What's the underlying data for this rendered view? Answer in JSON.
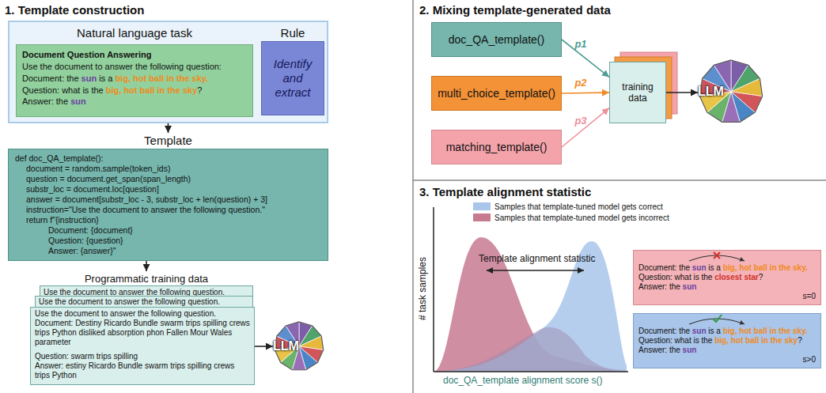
{
  "diagram": {
    "nodes": [
      {
        "text": [
          "Natural language task"
        ]
      },
      {
        "text": [
          "Document Question Answering",
          "Use the document to answer the following question:",
          "Document: the sun is a big, hot ball in the sky.",
          "Question: what is the big, hot ball in the sky?",
          "Answer: the sun"
        ],
        "in": 0
      },
      {
        "text": [
          "Rule",
          "Identify and extract"
        ],
        "in": 0
      },
      {
        "text": [
          "Template",
          "def doc_QA_template():",
          "document = random.sample(token_ids)",
          "question = document.get_span(span_length)",
          "substr_loc = document.loc[question]",
          "answer = document[substr_loc - 3, substr_loc + len(question) + 3]",
          "instruction=\"Use the document to answer the following question.\"",
          "return f\"{instruction}",
          "Document: {document}",
          "Question: {question}",
          "Answer: {answer}\""
        ]
      },
      {
        "text": [
          "Programmatic training data",
          "Use the document to answer the following question."
        ]
      },
      {
        "text": [
          "Use the document to answer the following question."
        ]
      },
      {
        "text": [
          "Use the document to answer the following question.",
          "Document: Destiny Ricardo Bundle swarm trips spilling crews trips Python disliked absorption phon Fallen Mour Wales parameter",
          "Question: swarm trips spilling",
          "Answer: estiny Ricardo Bundle swarm trips spilling crews trips Python"
        ]
      },
      {
        "text": [
          "LLM"
        ]
      },
      {
        "text": [
          "doc_QA_template()"
        ]
      },
      {
        "text": [
          "multi_choice_template()"
        ]
      },
      {
        "text": [
          "matching_template()"
        ]
      },
      {
        "text": [
          "training data"
        ]
      },
      {
        "text": [
          "LLM"
        ]
      },
      {
        "text": [
          "Document: the sun is a big, hot ball in the sky.",
          "Question: what is the closest star?",
          "Answer: the sun",
          "s=0"
        ]
      },
      {
        "text": [
          "Document: the sun is a big, hot ball in the sky.",
          "Question: what is the big, hot ball in the sky?",
          "Answer: the sun",
          "s>0"
        ]
      }
    ],
    "edges": [
      {
        "from": 0,
        "to": 3,
        "arrow": "to"
      },
      {
        "from": 3,
        "to": 4,
        "arrow": "to"
      },
      {
        "from": 6,
        "to": 7,
        "arrow": "to"
      },
      {
        "from": 8,
        "to": 11,
        "arrow": "to",
        "label": "p1"
      },
      {
        "from": 9,
        "to": 11,
        "arrow": "to",
        "label": "p2"
      },
      {
        "from": 10,
        "to": 11,
        "arrow": "to",
        "label": "p3"
      },
      {
        "from": 11,
        "to": 12,
        "arrow": "to"
      }
    ],
    "labels": [
      "1. Template construction",
      "2. Mixing template-generated data",
      "3. Template alignment statistic",
      "Template alignment statistic",
      "# task samples",
      "doc_QA_template alignment score s()"
    ],
    "legend": [
      {
        "text": "Samples that template-tuned model gets correct",
        "color": "#a9c5ea"
      },
      {
        "text": "Samples that template-tuned model gets incorrect",
        "color": "#c77a90"
      }
    ]
  }
}
